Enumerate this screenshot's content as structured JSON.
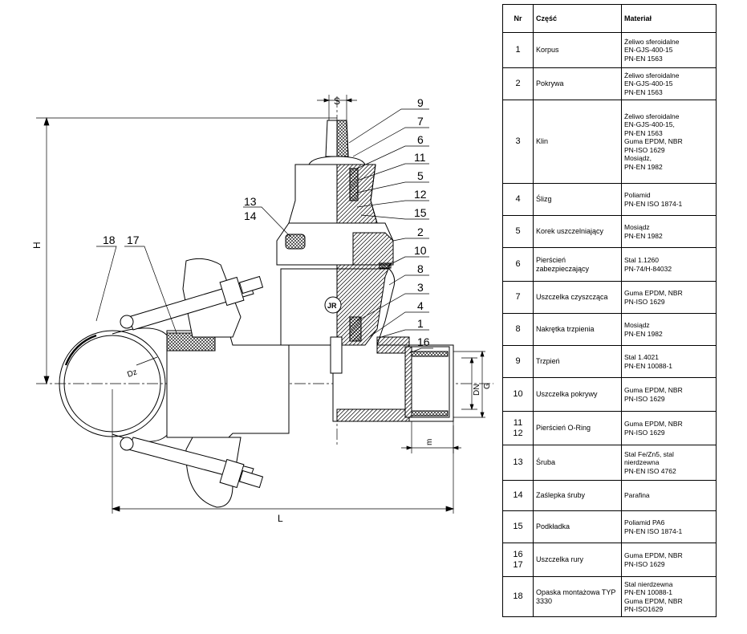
{
  "table": {
    "headers": {
      "nr": "Nr",
      "part": "Część",
      "material": "Materiał"
    },
    "rows": [
      {
        "nr": [
          "1"
        ],
        "part": "Korpus",
        "material": [
          "Żeliwo sferoidalne",
          "EN-GJS-400-15",
          "PN-EN 1563"
        ]
      },
      {
        "nr": [
          "2"
        ],
        "part": "Pokrywa",
        "material": [
          "Żeliwo sferoidalne",
          "EN-GJS-400-15",
          "PN-EN 1563"
        ]
      },
      {
        "nr": [
          "3"
        ],
        "part": "Klin",
        "material": [
          "Żeliwo sferoidalne",
          "EN-GJS-400-15,",
          "PN-EN 1563",
          "Guma EPDM, NBR",
          "PN-ISO 1629",
          "Mosiądz,",
          "PN-EN 1982"
        ]
      },
      {
        "nr": [
          "4"
        ],
        "part": "Ślizg",
        "material": [
          "Poliamid",
          "PN-EN ISO 1874-1"
        ]
      },
      {
        "nr": [
          "5"
        ],
        "part": "Korek uszczelniający",
        "material": [
          "Mosiądz",
          "PN-EN 1982"
        ]
      },
      {
        "nr": [
          "6"
        ],
        "part": "Pierścień zabezpieczający",
        "material": [
          "Stal 1.1260",
          "PN-74/H-84032"
        ]
      },
      {
        "nr": [
          "7"
        ],
        "part": "Uszczelka czyszcząca",
        "material": [
          "Guma EPDM, NBR",
          "PN-ISO 1629"
        ]
      },
      {
        "nr": [
          "8"
        ],
        "part": "Nakrętka trzpienia",
        "material": [
          "Mosiądz",
          "PN-EN 1982"
        ]
      },
      {
        "nr": [
          "9"
        ],
        "part": "Trzpień",
        "material": [
          "Stal 1.4021",
          "PN-EN 10088-1"
        ]
      },
      {
        "nr": [
          "10"
        ],
        "part": "Uszczelka pokrywy",
        "material": [
          "Guma EPDM, NBR",
          "PN-ISO 1629"
        ]
      },
      {
        "nr": [
          "11",
          "12"
        ],
        "part": "Pierścień O-Ring",
        "material": [
          "Guma EPDM, NBR",
          "PN-ISO 1629"
        ]
      },
      {
        "nr": [
          "13"
        ],
        "part": "Śruba",
        "material": [
          "Stal Fe/Zn5, stal",
          "nierdzewna",
          "PN-EN ISO 4762"
        ]
      },
      {
        "nr": [
          "14"
        ],
        "part": "Zaślepka śruby",
        "material": [
          "Parafina"
        ]
      },
      {
        "nr": [
          "15"
        ],
        "part": "Podkładka",
        "material": [
          "Poliamid PA6",
          "PN-EN ISO 1874-1"
        ]
      },
      {
        "nr": [
          "16",
          "17"
        ],
        "part": "Uszczelka rury",
        "material": [
          "Guma EPDM, NBR",
          "PN-ISO 1629"
        ]
      },
      {
        "nr": [
          "18"
        ],
        "part": "Opaska montażowa TYP 3330",
        "material": [
          "Stal nierdzewna",
          "PN-EN 10088-1",
          "Guma EPDM, NBR",
          "PN-ISO1629"
        ]
      }
    ]
  },
  "drawing": {
    "dimensions": {
      "s": "S",
      "h": "H",
      "l": "L",
      "dn": "DN",
      "g": "G",
      "m": "m",
      "dz": "Dz"
    },
    "balloons": [
      "9",
      "7",
      "6",
      "11",
      "5",
      "12",
      "15",
      "2",
      "10",
      "8",
      "3",
      "4",
      "1",
      "16",
      "13",
      "14",
      "18",
      "17"
    ],
    "logo_text": "JR"
  }
}
